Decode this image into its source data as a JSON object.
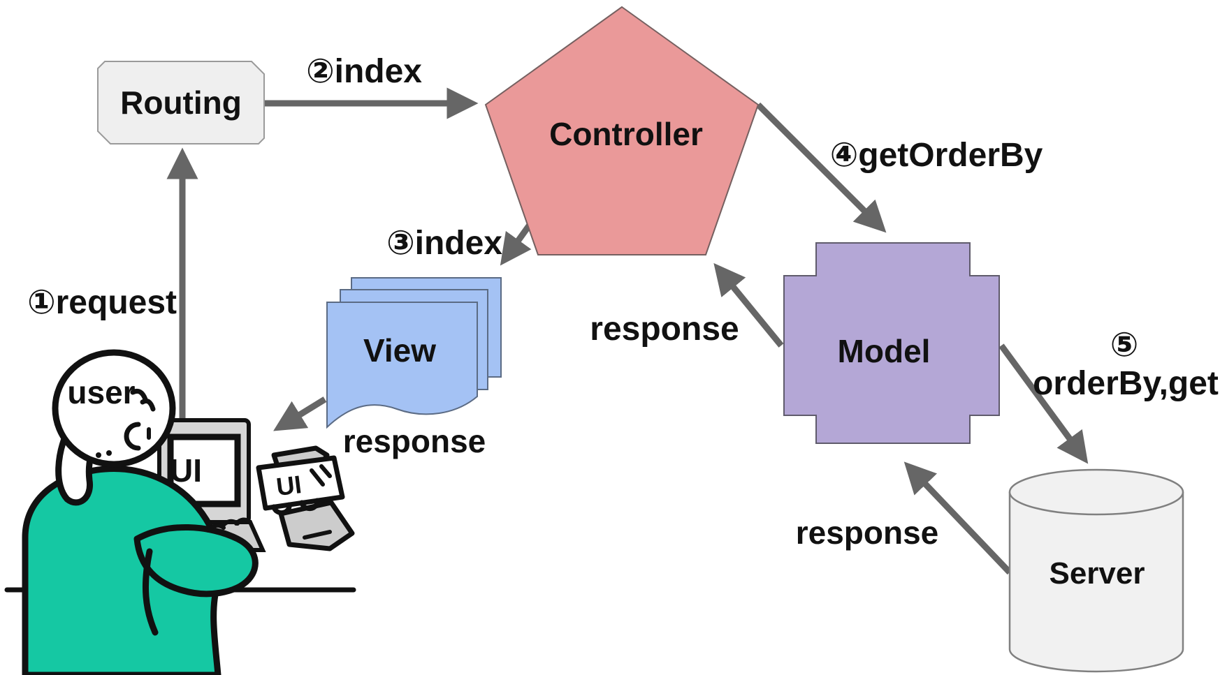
{
  "diagram_title": "MVC request flow diagram",
  "nodes": {
    "routing": {
      "label": "Routing",
      "shape": "beveled-rectangle"
    },
    "controller": {
      "label": "Controller",
      "shape": "pentagon"
    },
    "view": {
      "label": "View",
      "shape": "stacked-documents"
    },
    "model": {
      "label": "Model",
      "shape": "stepped-cross"
    },
    "server": {
      "label": "Server",
      "shape": "cylinder"
    }
  },
  "actor": {
    "label": "user",
    "laptop_screen_label": "UI",
    "device_label": "UI"
  },
  "flows": {
    "request": {
      "label": "①request",
      "from": "user",
      "to": "routing"
    },
    "index_to_controller": {
      "label": "②index",
      "from": "routing",
      "to": "controller"
    },
    "index_to_view": {
      "label": "③index",
      "from": "controller",
      "to": "view"
    },
    "get_order_by": {
      "label": "④getOrderBy",
      "from": "controller",
      "to": "model"
    },
    "order_by_get_num": {
      "label": "⑤",
      "from": "model",
      "to": "server"
    },
    "order_by_get": {
      "label": "orderBy,get",
      "from": "model",
      "to": "server"
    },
    "response_view_to_ui": {
      "label": "response",
      "from": "view",
      "to": "ui"
    },
    "response_model_to_controller": {
      "label": "response",
      "from": "model",
      "to": "controller"
    },
    "response_server_to_model": {
      "label": "response",
      "from": "server",
      "to": "model"
    }
  },
  "colors": {
    "controller_fill": "#ea9999",
    "model_fill": "#b4a7d6",
    "view_fill": "#a4c2f4",
    "routing_fill": "#efefef",
    "server_fill": "#f1f1f1",
    "arrow": "#666666",
    "text": "#111111",
    "sweater_teal": "#15c8a3",
    "laptop_gray": "#d6d6d6",
    "device_gray": "#cccccc"
  }
}
